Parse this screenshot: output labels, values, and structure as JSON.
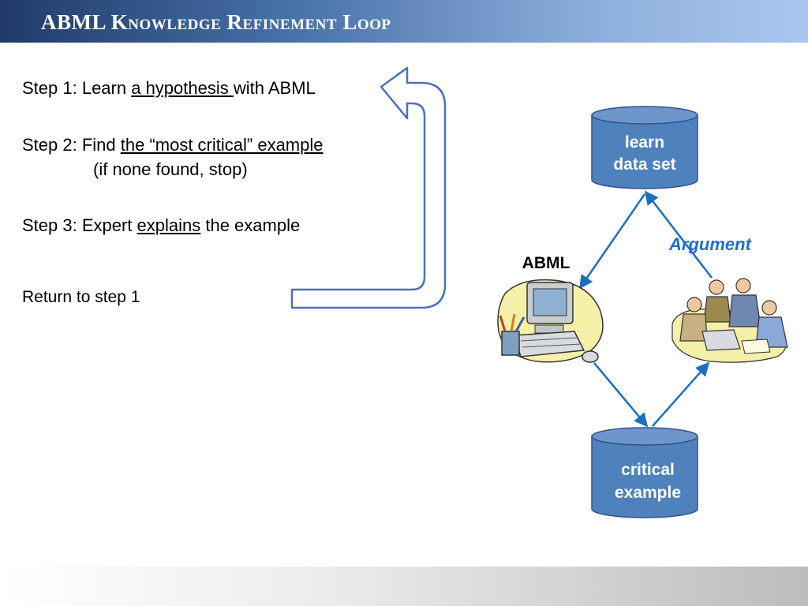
{
  "title": "ABML Knowledge Refinement Loop",
  "steps": {
    "step1_pre": "Step 1: Learn ",
    "step1_link": "a hypothesis ",
    "step1_post": "with ABML",
    "step2_pre": "Step 2: Find ",
    "step2_link": "the “most critical” example",
    "step2_note": "(if none found, stop)",
    "step3_pre": "Step 3: Expert ",
    "step3_link": "explains",
    "step3_post": " the example",
    "return": "Return to step 1"
  },
  "diagram": {
    "db_top_line1": "learn",
    "db_top_line2": "data set",
    "db_bottom_line1": "critical",
    "db_bottom_line2": "example",
    "abml_label": "ABML",
    "argument_label": "Argument",
    "colors": {
      "db_fill": "#4f81bd",
      "db_stroke": "#2f528f",
      "arrow": "#1a6fc4",
      "loop_arrow": "#4a72b8",
      "argument": "#1f6fd0"
    }
  }
}
